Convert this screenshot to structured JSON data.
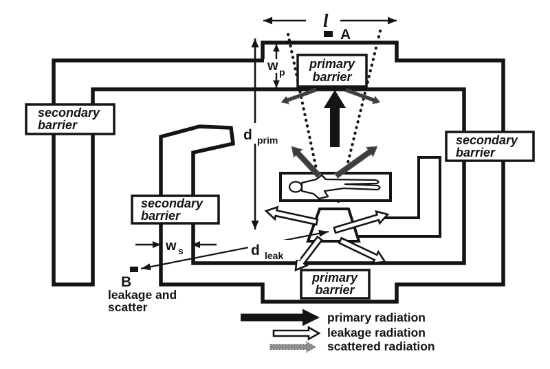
{
  "colors": {
    "ink": "#141414",
    "background": "#ffffff",
    "scatter_arrow": "#3d3d3d",
    "scatter_legend_arrow": "#8f8f8f"
  },
  "barrier_boxes": {
    "primary_top": {
      "line1": "primary",
      "line2": "barrier"
    },
    "primary_bottom": {
      "line1": "primary",
      "line2": "barrier"
    },
    "secondary_left": {
      "line1": "secondary",
      "line2": "barrier"
    },
    "secondary_middle": {
      "line1": "secondary",
      "line2": "barrier"
    },
    "secondary_right": {
      "line1": "secondary",
      "line2": "barrier"
    }
  },
  "dimensions": {
    "beam_width": {
      "label": "l"
    },
    "primary_wall_thickness": {
      "base": "w",
      "sub": "p"
    },
    "secondary_wall_thickness": {
      "base": "w",
      "sub": "s"
    },
    "primary_distance": {
      "base": "d",
      "sub": "prim"
    },
    "leakage_distance": {
      "base": "d",
      "sub": "leak"
    }
  },
  "points": {
    "a": {
      "label": "A"
    },
    "b": {
      "label": "B",
      "caption_line1": "leakage and",
      "caption_line2": "scatter"
    }
  },
  "legend": {
    "primary": {
      "label": "primary radiation",
      "arrow_style": "solid-black"
    },
    "leakage": {
      "label": "leakage radiation",
      "arrow_style": "outlined-white"
    },
    "scattered": {
      "label": "scattered radiation",
      "arrow_style": "stippled-gray"
    }
  }
}
